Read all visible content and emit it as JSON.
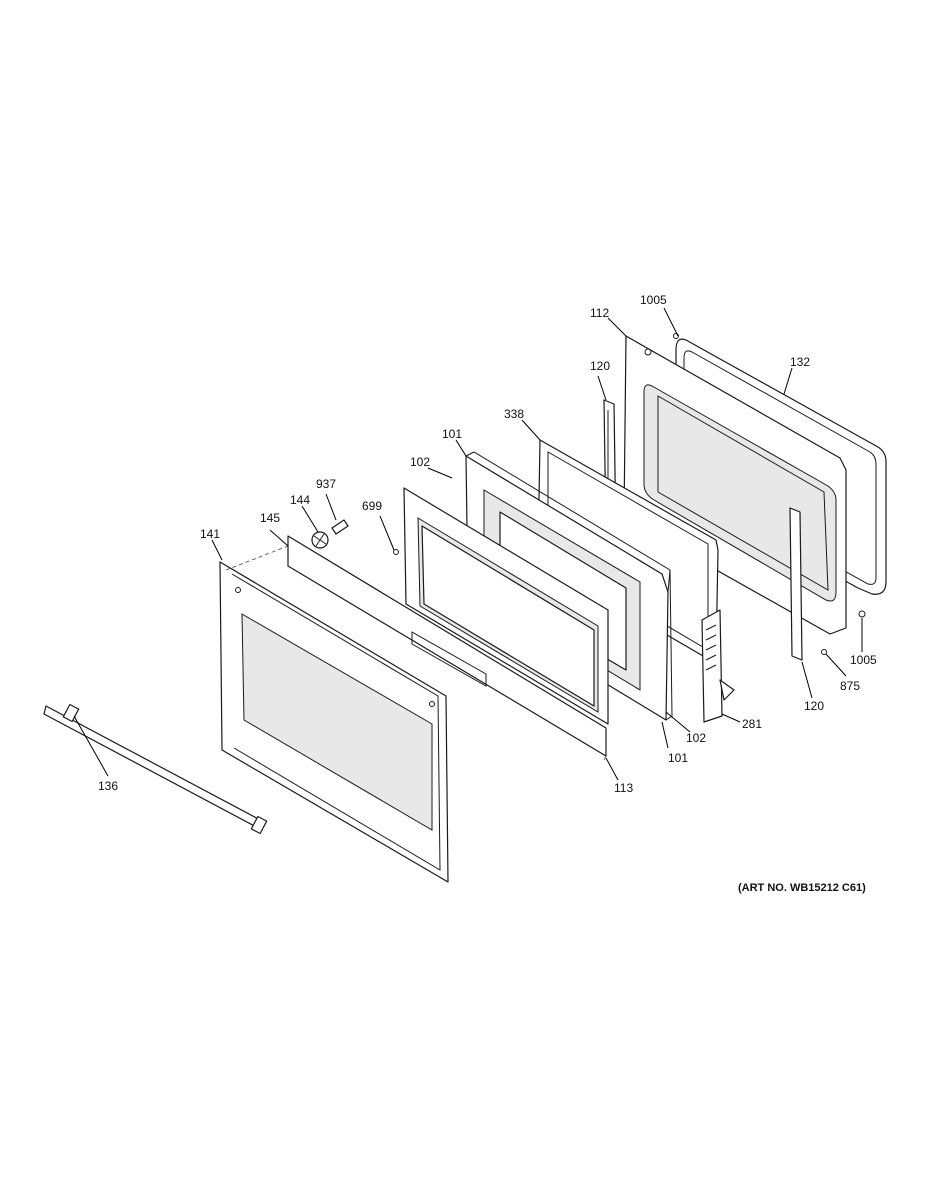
{
  "callouts": {
    "c1005_top": "1005",
    "c112": "112",
    "c132": "132",
    "c120_top": "120",
    "c338": "338",
    "c101_top": "101",
    "c102_top": "102",
    "c937": "937",
    "c144": "144",
    "c699": "699",
    "c145": "145",
    "c141": "141",
    "c1005_right": "1005",
    "c875": "875",
    "c120_bottom": "120",
    "c281": "281",
    "c102_bottom": "102",
    "c101_bottom": "101",
    "c113": "113",
    "c136": "136"
  },
  "art_number": "(ART NO. WB15212 C61)"
}
